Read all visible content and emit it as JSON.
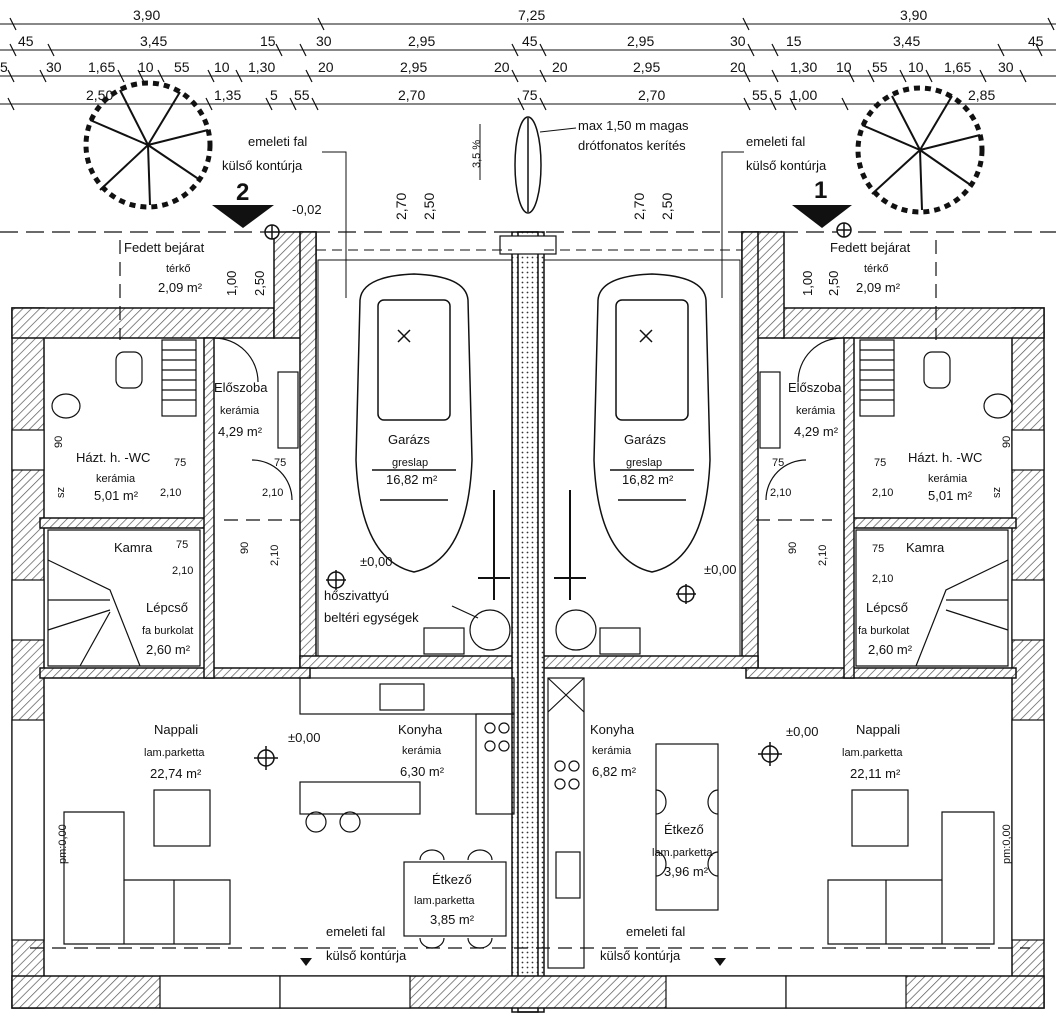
{
  "dimensions": {
    "row1": [
      "3,90",
      "7,25",
      "3,90"
    ],
    "row2": [
      "45",
      "3,45",
      "15",
      "30",
      "2,95",
      "45",
      "2,95",
      "30",
      "15",
      "3,45",
      "45"
    ],
    "row3": [
      "5",
      "30",
      "1,65",
      "10",
      "55",
      "10",
      "1,30",
      "20",
      "2,95",
      "20",
      "20",
      "2,95",
      "20",
      "1,30",
      "10",
      "55",
      "10",
      "1,65",
      "30"
    ],
    "row4": [
      "2,50",
      "1,35",
      "5",
      "55",
      "2,70",
      "75",
      "2,70",
      "55",
      "5",
      "1,00",
      "2,85"
    ]
  },
  "fence_note": [
    "max 1,50 m magas",
    "drótfonatos kerítés"
  ],
  "fence_height": "3,5 %",
  "wall_contour_label": [
    "emeleti fal",
    "külső kontúrja"
  ],
  "section_markers": {
    "left": "2",
    "right": "1"
  },
  "level_values": {
    "entrance_left": "-0,02",
    "zero": "±0,00"
  },
  "garage_dims": [
    "2,70",
    "2,50"
  ],
  "rooms": {
    "covered_entry": {
      "name": "Fedett bejárat",
      "sub": "térkő",
      "area": "2,09 m²",
      "dims": [
        "1,00",
        "2,50"
      ]
    },
    "hall": {
      "name": "Előszoba",
      "sub": "kerámia",
      "area": "4,29 m²"
    },
    "garage": {
      "name": "Garázs",
      "sub": "greslap",
      "area": "16,82 m²"
    },
    "bath": {
      "name": "Házt. h. -WC",
      "sub": "kerámia",
      "area": "5,01 m²"
    },
    "pantry": {
      "name": "Kamra",
      "dims": [
        "75",
        "2,10"
      ]
    },
    "stairs": {
      "name": "Lépcső",
      "sub": "fa burkolat",
      "area": "2,60 m²"
    },
    "living_left": {
      "name": "Nappali",
      "sub": "lam.parketta",
      "area": "22,74 m²"
    },
    "living_right": {
      "name": "Nappali",
      "sub": "lam.parketta",
      "area": "22,11 m²"
    },
    "kitchen_left": {
      "name": "Konyha",
      "sub": "kerámia",
      "area": "6,30 m²"
    },
    "kitchen_right": {
      "name": "Konyha",
      "sub": "kerámia",
      "area": "6,82 m²"
    },
    "dining_left": {
      "name": "Étkező",
      "sub": "lam.parketta",
      "area": "3,85 m²"
    },
    "dining_right": {
      "name": "Étkező",
      "sub": "lam.parketta",
      "area": "3,96 m²"
    }
  },
  "door_dims": [
    "75",
    "2,10",
    "90",
    "2,10",
    "90",
    "pm",
    "sz",
    "pm:0,00"
  ],
  "heatpump_label": [
    "hőszivattyú",
    "beltéri egységek"
  ],
  "colors": {
    "line": "#111111",
    "hatch": "#777777",
    "background": "#ffffff"
  }
}
